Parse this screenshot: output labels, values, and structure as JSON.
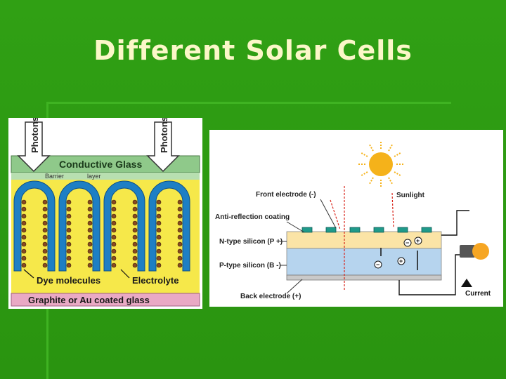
{
  "slide": {
    "title": "Different Solar Cells"
  },
  "dye_cell": {
    "photons_left": "Photons",
    "photons_right": "Photons",
    "conductive_glass": "Conductive Glass",
    "barrier": "Barrier",
    "layer": "layer",
    "dye_molecules": "Dye molecules",
    "electrolyte": "Electrolyte",
    "bottom_glass": "Graphite or Au coated glass"
  },
  "silicon_cell": {
    "front_electrode": "Front electrode (-)",
    "sunlight": "Sunlight",
    "anti_reflection": "Anti-reflection coating",
    "n_type": "N-type silicon (P +)",
    "p_type": "P-type silicon (B -)",
    "back_electrode": "Back electrode (+)",
    "current": "Current"
  },
  "colors": {
    "background": "#2d9a12",
    "title": "#fbf7c8",
    "conductive_glass": "#8fc98a",
    "tio2_blue": "#1e7fc4",
    "electrolyte_yellow": "#f6e84a",
    "bottom_glass": "#e9a9c4",
    "n_type": "#fbe4a6",
    "p_type": "#b6d4ee",
    "sun": "#f5b21a"
  }
}
